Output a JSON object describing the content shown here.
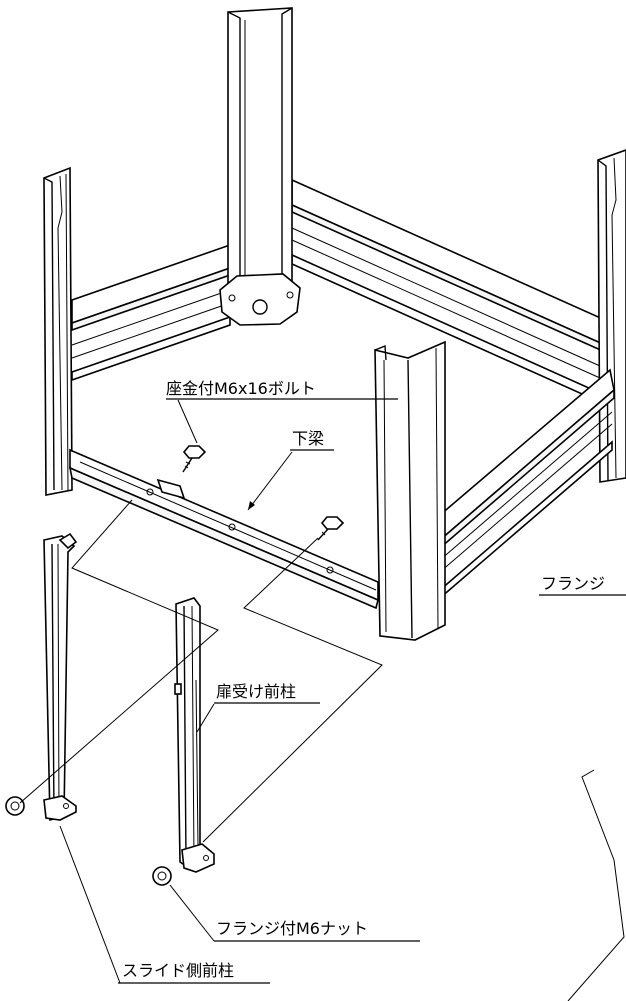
{
  "labels": {
    "washer_bolt": "座金付M6x16ボルト",
    "lower_beam": "下梁",
    "flange_partial": "フランジ",
    "door_post": "扉受け前柱",
    "flange_nut": "フランジ付M6ナット",
    "slide_post": "スライド側前柱"
  }
}
